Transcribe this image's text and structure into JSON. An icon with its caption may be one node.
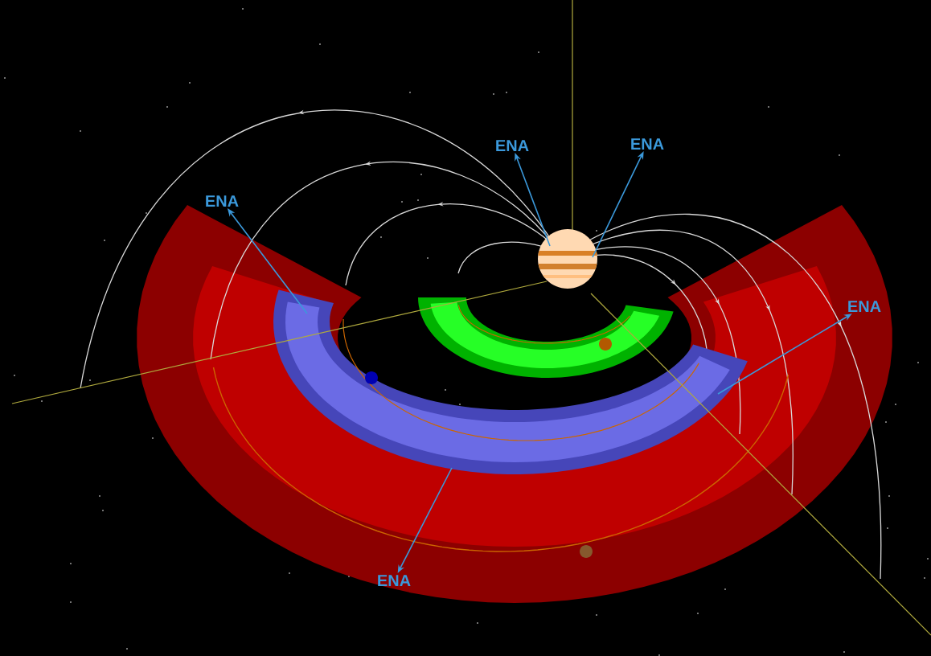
{
  "diagram": {
    "nodes": [
      {
        "text": [
          "ENA"
        ]
      },
      {
        "text": [
          "ENA"
        ]
      },
      {
        "text": [
          "ENA"
        ]
      },
      {
        "text": [
          "ENA"
        ]
      },
      {
        "text": [
          "ENA"
        ]
      }
    ],
    "edges": [
      {
        "from": null,
        "to": 0,
        "arrow": "to"
      },
      {
        "from": null,
        "to": 1,
        "arrow": "to"
      },
      {
        "from": null,
        "to": 2,
        "arrow": "to"
      },
      {
        "from": null,
        "to": 3,
        "arrow": "to"
      },
      {
        "from": null,
        "to": 4,
        "arrow": "to"
      }
    ]
  }
}
